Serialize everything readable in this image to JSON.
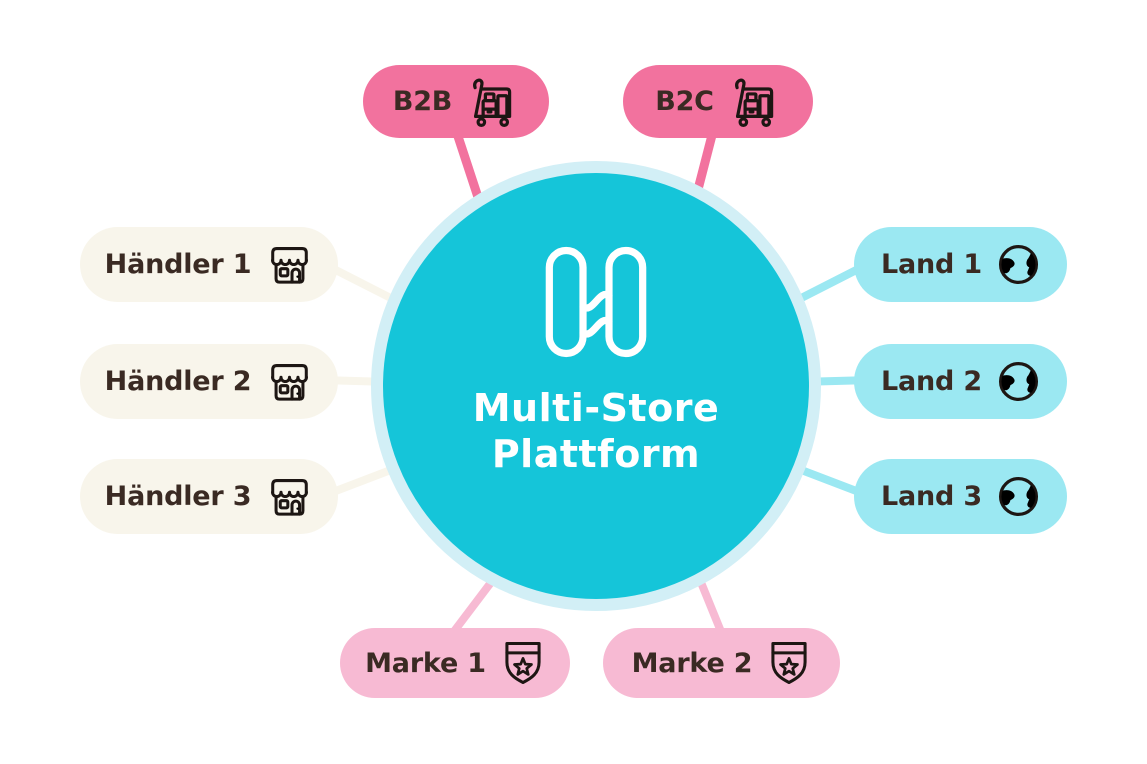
{
  "title": {
    "line1": "Multi-Store",
    "line2": "Plattform"
  },
  "center": {
    "logo": "hublify-h-logo",
    "fill": "#15C5D9",
    "ring": "#D2EFF6",
    "text_color": "#FFFFFF"
  },
  "colors": {
    "background": "#FFFFFF",
    "label_text": "#3A2A23",
    "icon_stroke": "#1D1613"
  },
  "groups": {
    "channels": {
      "color": "#F2729E",
      "icon": "shopping-cart-icon"
    },
    "merchants": {
      "color": "#F8F5EB",
      "icon": "storefront-icon"
    },
    "countries": {
      "color": "#9BE8F2",
      "icon": "globe-icon"
    },
    "brands": {
      "color": "#F7BAD3",
      "icon": "badge-star-icon"
    }
  },
  "nodes": [
    {
      "label": "B2B",
      "group": "channels",
      "icon": "shopping-cart-icon",
      "color": "#F2729E"
    },
    {
      "label": "B2C",
      "group": "channels",
      "icon": "shopping-cart-icon",
      "color": "#F2729E"
    },
    {
      "label": "Händler 1",
      "group": "merchants",
      "icon": "storefront-icon",
      "color": "#F8F5EB"
    },
    {
      "label": "Händler 2",
      "group": "merchants",
      "icon": "storefront-icon",
      "color": "#F8F5EB"
    },
    {
      "label": "Händler 3",
      "group": "merchants",
      "icon": "storefront-icon",
      "color": "#F8F5EB"
    },
    {
      "label": "Land 1",
      "group": "countries",
      "icon": "globe-icon",
      "color": "#9BE8F2"
    },
    {
      "label": "Land 2",
      "group": "countries",
      "icon": "globe-icon",
      "color": "#9BE8F2"
    },
    {
      "label": "Land 3",
      "group": "countries",
      "icon": "globe-icon",
      "color": "#9BE8F2"
    },
    {
      "label": "Marke 1",
      "group": "brands",
      "icon": "badge-star-icon",
      "color": "#F7BAD3"
    },
    {
      "label": "Marke 2",
      "group": "brands",
      "icon": "badge-star-icon",
      "color": "#F7BAD3"
    }
  ]
}
